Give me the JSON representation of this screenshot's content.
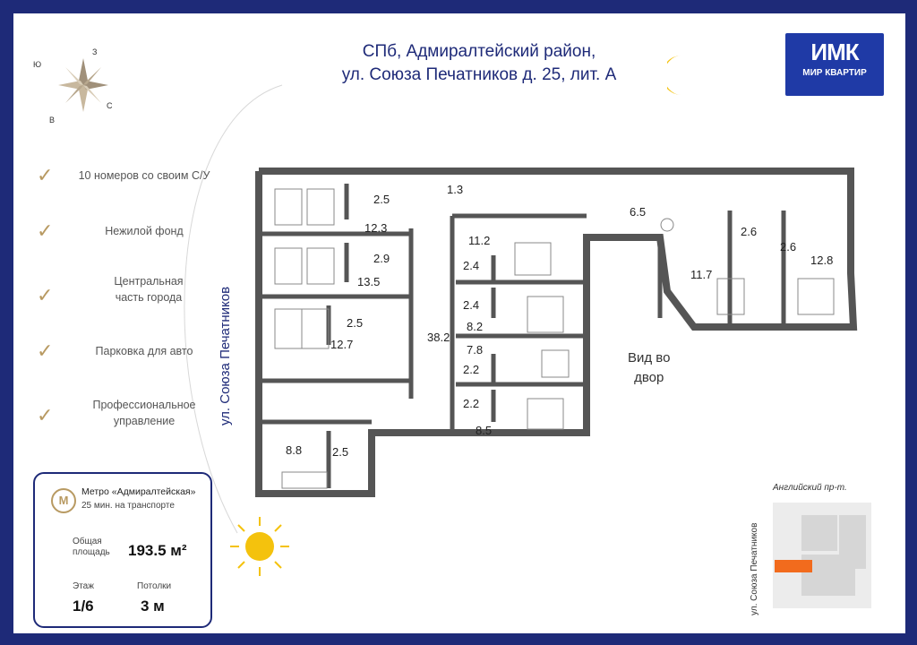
{
  "title": {
    "line1": "СПб, Адмиралтейский район,",
    "line2": "ул. Союза Печатников д. 25, лит. А"
  },
  "logo": {
    "mark": "ИМК",
    "brand": "МИР КВАРТИР",
    "color": "#1f3aa6"
  },
  "compass": {
    "n": "З",
    "w": "Ю",
    "s": "В",
    "e": "С"
  },
  "features": [
    {
      "text": "10 номеров со своим С/У"
    },
    {
      "text": "Нежилой фонд"
    },
    {
      "text": "Центральная часть города"
    },
    {
      "text": "Парковка для авто"
    },
    {
      "text": "Профессиональное управление"
    }
  ],
  "info": {
    "metro_name": "Метро «Адмиралтейская»",
    "metro_time": "25 мин. на транспорте",
    "area_label": "Общая площадь",
    "area_value": "193.5 м²",
    "floor_label": "Этаж",
    "floor_value": "1/6",
    "ceiling_label": "Потолки",
    "ceiling_value": "3 м"
  },
  "plan": {
    "street_label": "ул. Союза Печатников",
    "yard_label_1": "Вид во",
    "yard_label_2": "двор",
    "rooms": [
      "2.5",
      "1.3",
      "12.3",
      "6.5",
      "11.2",
      "2.6",
      "2.6",
      "2.9",
      "13.5",
      "2.4",
      "11.7",
      "12.8",
      "2.4",
      "2.5",
      "8.2",
      "12.7",
      "38.2",
      "7.8",
      "2.2",
      "2.2",
      "8.5",
      "8.8",
      "2.5"
    ]
  },
  "locator": {
    "street_top": "Английский пр-т.",
    "street_side": "ул. Союза Печатников",
    "highlight_color": "#f26b1d"
  }
}
